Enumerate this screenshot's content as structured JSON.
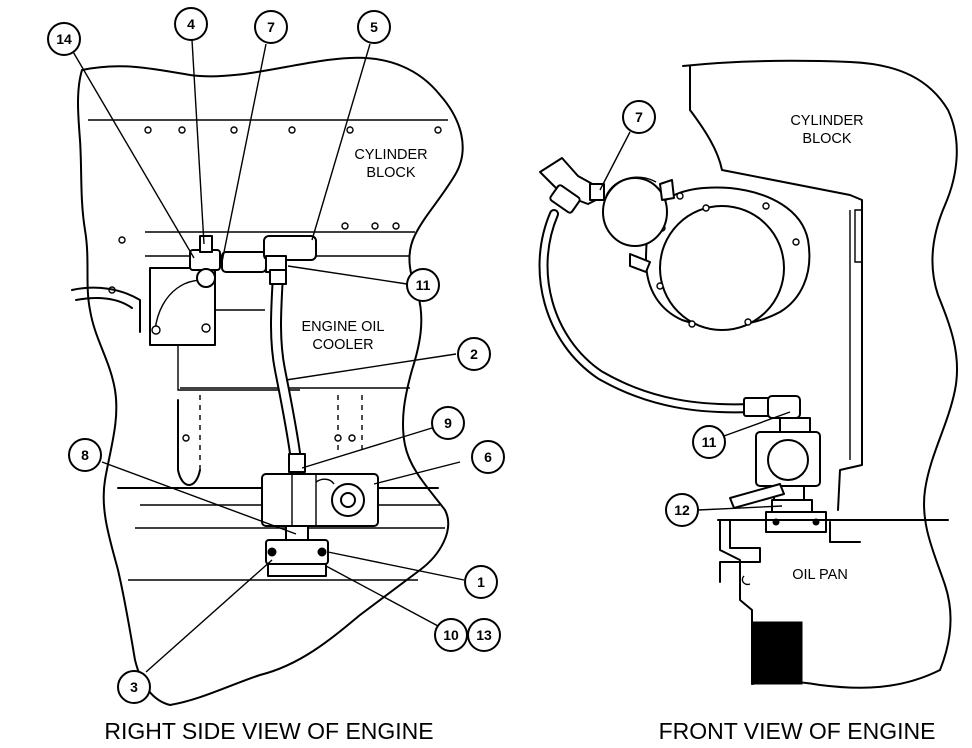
{
  "labels": {
    "cylinder_block_left_1": "CYLINDER",
    "cylinder_block_left_2": "BLOCK",
    "engine_oil_cooler_1": "ENGINE OIL",
    "engine_oil_cooler_2": "COOLER",
    "cylinder_block_right_1": "CYLINDER",
    "cylinder_block_right_2": "BLOCK",
    "oil_pan": "OIL PAN"
  },
  "captions": {
    "left": "RIGHT SIDE VIEW OF ENGINE",
    "right": "FRONT VIEW OF ENGINE"
  },
  "callouts": {
    "c14": "14",
    "c4": "4",
    "c7_left": "7",
    "c5": "5",
    "c11_left": "11",
    "c2": "2",
    "c9": "9",
    "c6": "6",
    "c8": "8",
    "c1": "1",
    "c10": "10",
    "c13": "13",
    "c3": "3",
    "c7_right": "7",
    "c11_right": "11",
    "c12": "12"
  }
}
